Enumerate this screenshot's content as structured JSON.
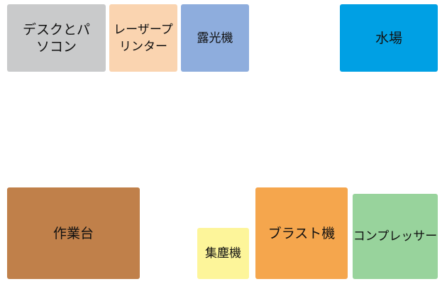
{
  "colors": {
    "background": "#ffffff",
    "desk": "#c9cacb",
    "laser": "#fad4b0",
    "exposure": "#8eaddd",
    "water": "#00a0e4",
    "workbench": "#c0804a",
    "dust": "#fdf59a",
    "blast": "#f5a64d",
    "compressor": "#98d39c"
  },
  "layout": {
    "desk": {
      "label": "デスクとパソコン"
    },
    "laser_printer": {
      "label": "レーザープリンター"
    },
    "exposure_machine": {
      "label": "露光機"
    },
    "water_area": {
      "label": "水場"
    },
    "workbench": {
      "label": "作業台"
    },
    "dust_collector": {
      "label": "集塵機"
    },
    "blast_machine": {
      "label": "ブラスト機"
    },
    "compressor": {
      "label": "コンプレッサー"
    }
  }
}
